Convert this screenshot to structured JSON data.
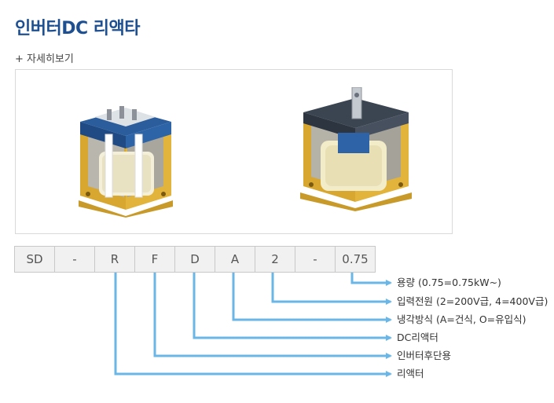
{
  "header": {
    "title": "인버터DC 리액타"
  },
  "detail_link": {
    "label": "+ 자세히보기"
  },
  "product_photos": [
    {
      "name": "reactor-photo-1"
    },
    {
      "name": "reactor-photo-2"
    }
  ],
  "model_code": {
    "segments": [
      "SD",
      "-",
      "R",
      "F",
      "D",
      "A",
      "2",
      "-",
      "0.75"
    ]
  },
  "descriptions": [
    "용량 (0.75=0.75kW~)",
    "입력전원 (2=200V급, 4=400V급)",
    "냉각방식 (A=건식, O=유입식)",
    "DC리액터",
    "인버터후단용",
    "리액터"
  ],
  "colors": {
    "title": "#1d4f91",
    "connector": "#6ab7e7",
    "cell_bg": "#f1f1f1"
  }
}
